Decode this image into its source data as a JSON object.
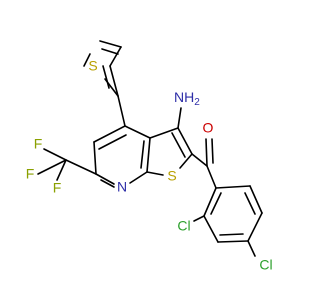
{
  "molecule": {
    "atom_labels": {
      "S_thiophene": "S",
      "S_fused": "S",
      "N_amino": "NH",
      "N_amino_H": "2",
      "N_pyridine": "N",
      "O_carbonyl": "O",
      "F1": "F",
      "F2": "F",
      "F3": "F",
      "Cl_ortho": "Cl",
      "Cl_para": "Cl"
    },
    "colors": {
      "bond": "#000000",
      "sulfur": "#b8a000",
      "nitrogen": "#2e2ea8",
      "oxygen": "#cc0000",
      "fluorine": "#8aa000",
      "chlorine": "#2ca02c"
    }
  }
}
